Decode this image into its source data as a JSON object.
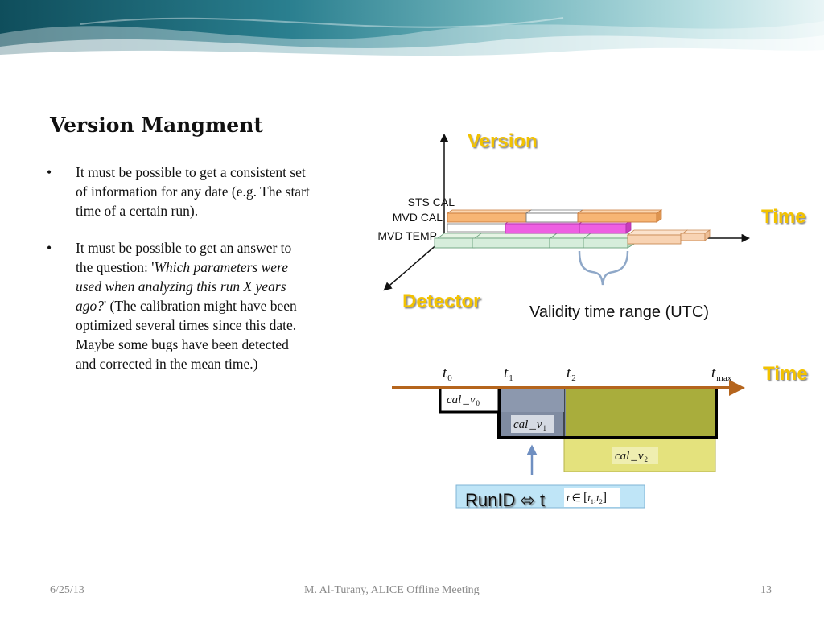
{
  "slide": {
    "title": "Version Mangment",
    "bullets": [
      {
        "segments": [
          {
            "text": "It must be possible to get a consistent set of information for any date (e.g. The start time of a certain run).",
            "italic": false
          }
        ]
      },
      {
        "segments": [
          {
            "text": "It must be possible to get an answer to the question: '",
            "italic": false
          },
          {
            "text": "Which parameters were used when analyzing this run X years ago?",
            "italic": true
          },
          {
            "text": "' (The calibration might have been optimized several times since this date. Maybe some bugs have been detected and corrected in the mean time.)",
            "italic": false
          }
        ]
      }
    ]
  },
  "diagram_top": {
    "axis_version": "Version",
    "axis_time": "Time",
    "axis_detector": "Detector",
    "row_labels": [
      "STS CAL",
      "MVD CAL",
      "MVD TEMP"
    ],
    "validity_label": "Validity time range (UTC)"
  },
  "diagram_bottom": {
    "axis_time": "Time",
    "ticks": [
      {
        "t": "t",
        "sub": "0"
      },
      {
        "t": "t",
        "sub": "1"
      },
      {
        "t": "t",
        "sub": "2"
      },
      {
        "t": "t",
        "sub": "max"
      }
    ],
    "boxes": [
      {
        "cal": "cal",
        "sep": "_",
        "v": "v",
        "sub": "0"
      },
      {
        "cal": "cal",
        "sep": "_",
        "v": "v",
        "sub": "1"
      },
      {
        "cal": "cal",
        "sep": "_",
        "v": "v",
        "sub": "2"
      }
    ],
    "runid_text": "RunID ⬄ t",
    "formula": {
      "t": "t",
      "in": "∈",
      "open": "[",
      "t1": "t",
      "s1": "1",
      "comma": ",",
      "t2": "t",
      "s2": "2",
      "close": "]"
    }
  },
  "footer": {
    "date": "6/25/13",
    "center": "M. Al-Turany,  ALICE Offline Meeting",
    "page": "13"
  },
  "colors": {
    "axis_label_yellow": "#f2c200",
    "time_arrow": "#b5651d",
    "box_v1": "#7f8ba1",
    "box_v2": "#e4e27d",
    "olive_overlap": "#a9ad3c",
    "runid_bg": "#bfe5f7",
    "up_arrow": "#6f8fc1"
  }
}
